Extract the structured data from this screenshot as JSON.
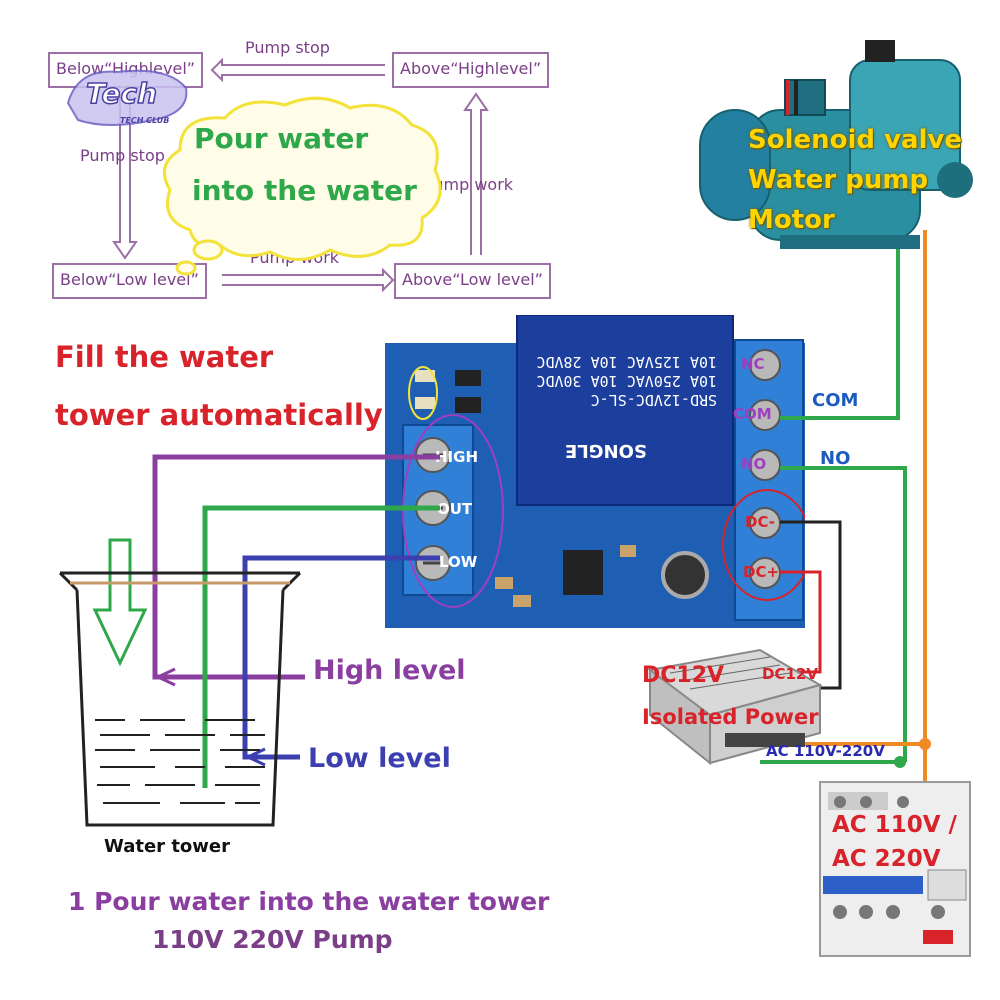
{
  "flowchart": {
    "states": {
      "below_high": "Below“Highlevel”",
      "above_high": "Above“Highlevel”",
      "below_low": "Below“Low level”",
      "above_low": "Above“Low level”"
    },
    "transitions": {
      "top": "Pump stop",
      "left": "Pump stop",
      "right": "Pump work",
      "bottom": "Pump work"
    },
    "watermark": "TECH CLUB"
  },
  "cloud": {
    "line1": "Pour water",
    "line2": "into the water"
  },
  "headline": {
    "line1": "Fill the water",
    "line2": "tower automatically"
  },
  "board": {
    "relay_line1": "SRD-12VDC-SL-C",
    "relay_line2": "10A 250VAC  10A 30VDC",
    "relay_line3": "10A 125VAC  10A 28VDC",
    "relay_brand": "SONGLE",
    "terminals_left": [
      "HIGH",
      "OUT",
      "LOW"
    ],
    "terminals_right": [
      "NC",
      "COM",
      "NO",
      "DC-",
      "DC+"
    ]
  },
  "wires": {
    "com": "COM",
    "no": "NO"
  },
  "tank": {
    "high_label": "High level",
    "low_label": "Low level",
    "name": "Water tower"
  },
  "pump": {
    "line1": "Solenoid valve",
    "line2": "Water pump",
    "line3": "Motor"
  },
  "psu": {
    "line1": "DC12V",
    "line2": "Isolated Power",
    "dc_label": "DC12V",
    "ac_label": "AC 110V-220V"
  },
  "breaker": {
    "line1": "AC 110V /",
    "line2": "AC 220V"
  },
  "caption": {
    "line1": "1 Pour water into the water tower",
    "line2": "110V 220V Pump"
  },
  "colors": {
    "purple": "#8a3fa0",
    "green": "#2ea84a",
    "blue": "#3b3fb0",
    "red": "#d8232a",
    "orange": "#f08a24",
    "yellow": "#ffd400"
  }
}
